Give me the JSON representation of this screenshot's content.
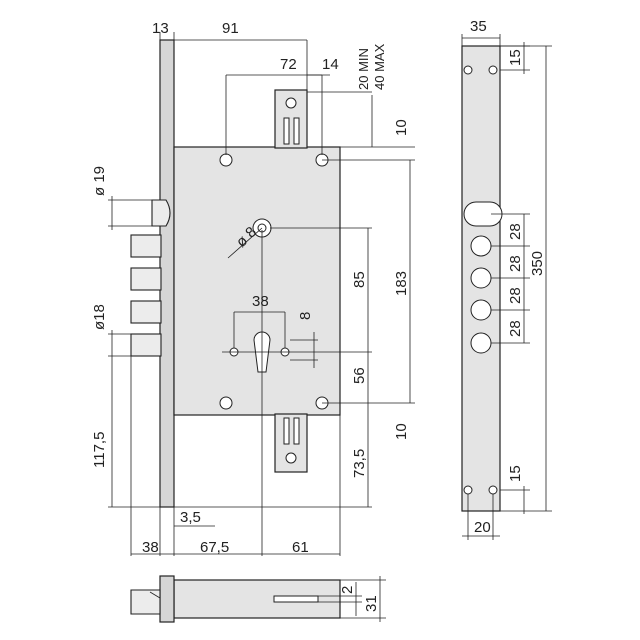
{
  "dimensions": {
    "top_13": "13",
    "top_91": "91",
    "top_72": "72",
    "top_14": "14",
    "backset_min": "20 MIN",
    "backset_max": "40 MAX",
    "right_10_top": "10",
    "right_183": "183",
    "right_85": "85",
    "right_56": "56",
    "right_10_bottom": "10",
    "right_73_5": "73,5",
    "hole_d8": "ø 8",
    "cyl_38": "38",
    "cyl_8": "8",
    "left_d19": "ø 19",
    "left_d18": "ø18",
    "left_117_5": "117,5",
    "bottom_3_5": "3,5",
    "bottom_38": "38",
    "bottom_67_5": "67,5",
    "bottom_61": "61",
    "side_35": "35",
    "side_15_top": "15",
    "side_28_a": "28",
    "side_28_b": "28",
    "side_28_c": "28",
    "side_28_d": "28",
    "side_350": "350",
    "side_15_bottom": "15",
    "side_20": "20",
    "plan_2": "2",
    "plan_31": "31"
  },
  "colors": {
    "plate": "#e4e4e4",
    "strip": "#d6d6d6",
    "line": "#222222"
  }
}
